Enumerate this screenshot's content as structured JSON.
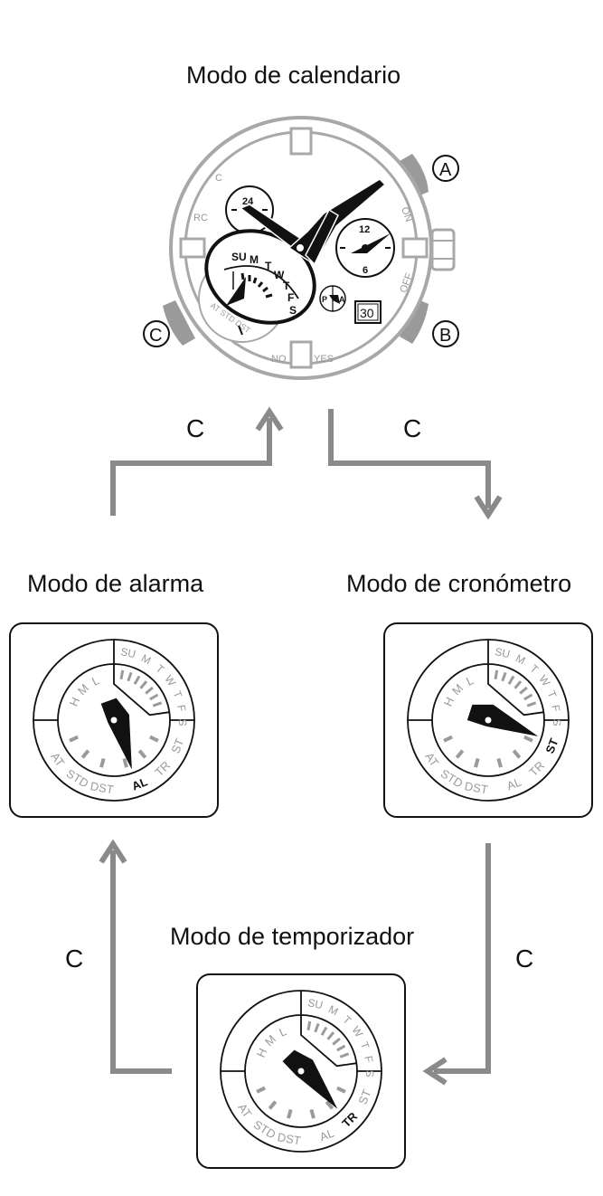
{
  "titles": {
    "calendar": "Modo de calendario",
    "alarm": "Modo de alarma",
    "stopwatch": "Modo de cronómetro",
    "timer": "Modo de temporizador"
  },
  "arrow_label": "C",
  "watch": {
    "button_a": "A",
    "button_b": "B",
    "button_c": "C",
    "bezel_c": "C",
    "bezel_rc": "RC",
    "bezel_on": "ON",
    "bezel_off": "OFF",
    "bezel_no": "NO",
    "bezel_yes": "YES",
    "dial_24": "24",
    "dial_12": "12",
    "dial_6": "6",
    "date": "30",
    "pa_p": "P",
    "pa_a": "A",
    "mode_letters": [
      "SU",
      "M",
      "T",
      "W",
      "T",
      "F",
      "S"
    ],
    "mode_lower": "AT STD DST"
  },
  "dial": {
    "days": [
      "SU",
      "M",
      "T",
      "W",
      "T",
      "F",
      "S"
    ],
    "hml": [
      "H",
      "M",
      "L"
    ],
    "at": "AT",
    "std": "STD",
    "dst": "DST",
    "al": "AL",
    "tr": "TR",
    "st": "ST"
  },
  "colors": {
    "arrow": "#8a8a8a",
    "watch_outline": "#a8a8a8",
    "button": "#9a9a9a",
    "ink": "#111111"
  }
}
